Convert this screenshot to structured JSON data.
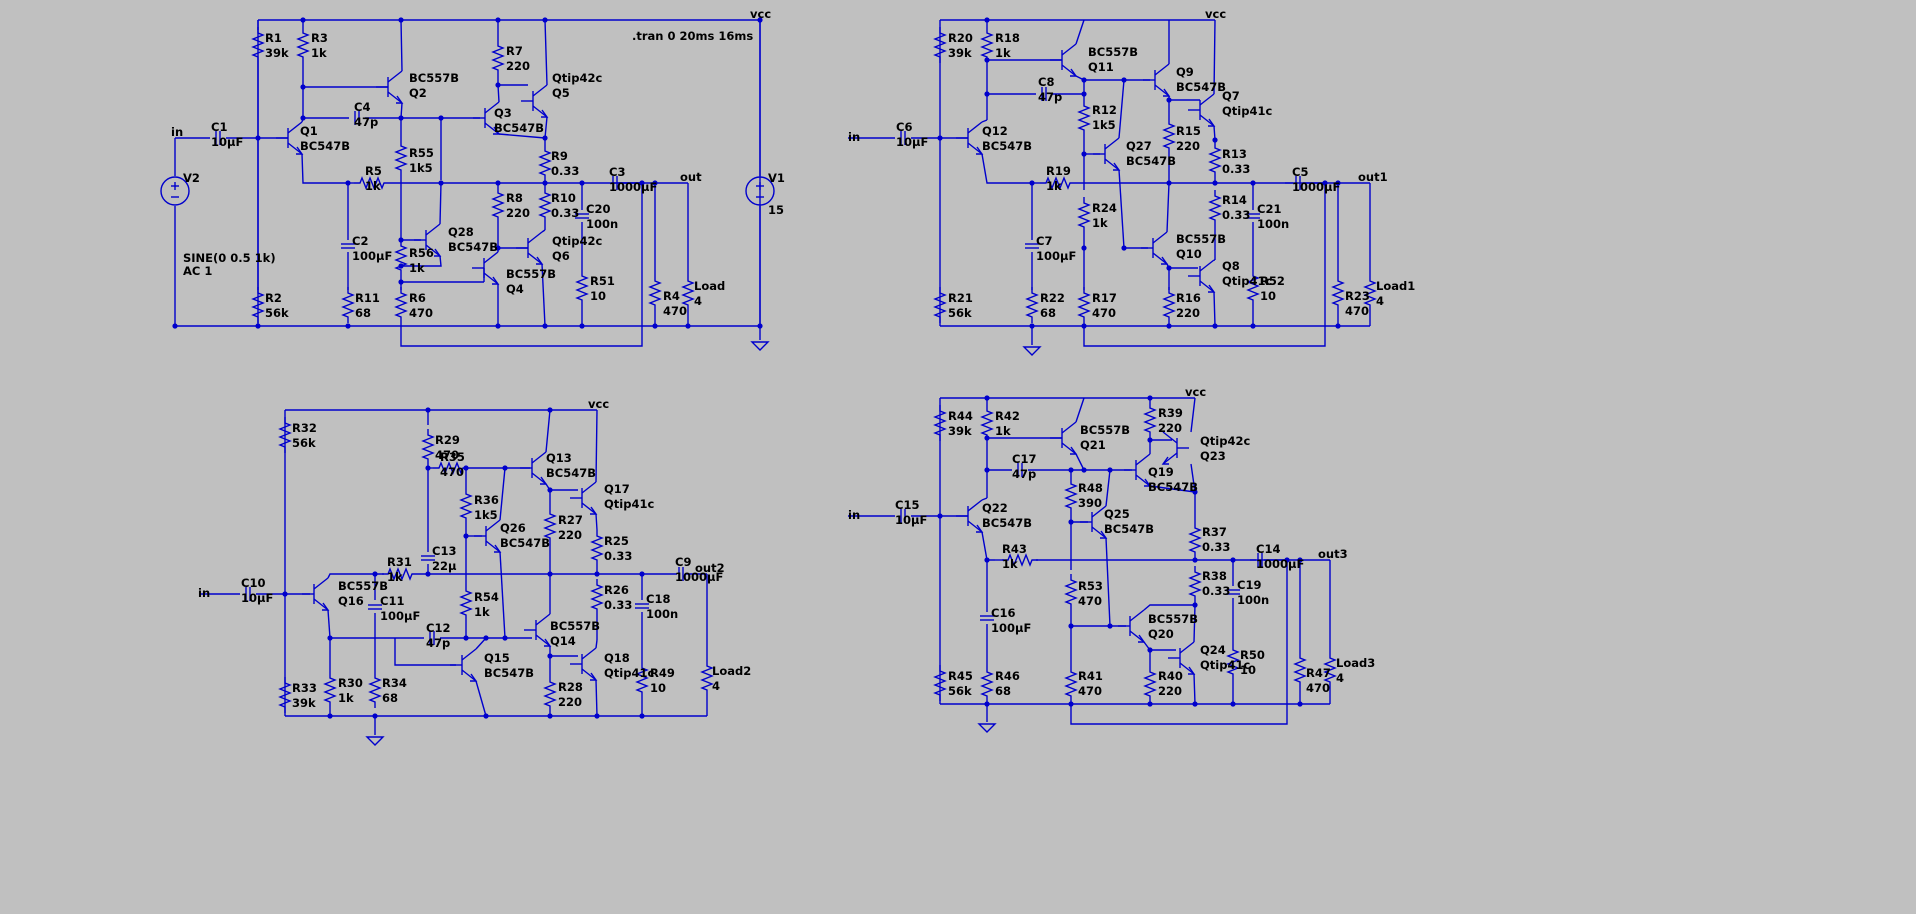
{
  "simulation": {
    "directive": ".tran 0 20ms 16ms"
  },
  "circuits": [
    {
      "nets": {
        "supply": "vcc",
        "input": "in",
        "output": "out"
      },
      "source": {
        "name": "V2",
        "value": "SINE(0 0.5 1k)",
        "ac": "AC 1"
      },
      "supply_source": {
        "name": "V1",
        "value": "15"
      },
      "resistors": [
        {
          "name": "R1",
          "value": "39k"
        },
        {
          "name": "R3",
          "value": "1k"
        },
        {
          "name": "R7",
          "value": "220"
        },
        {
          "name": "R55",
          "value": "1k5"
        },
        {
          "name": "R5",
          "value": "1k"
        },
        {
          "name": "R9",
          "value": "0.33"
        },
        {
          "name": "R8",
          "value": "220"
        },
        {
          "name": "R10",
          "value": "0.33"
        },
        {
          "name": "R56",
          "value": "1k"
        },
        {
          "name": "R2",
          "value": "56k"
        },
        {
          "name": "R11",
          "value": "68"
        },
        {
          "name": "R6",
          "value": "470"
        },
        {
          "name": "R51",
          "value": "10"
        },
        {
          "name": "R4",
          "value": "470"
        },
        {
          "name": "Load",
          "value": "4"
        }
      ],
      "capacitors": [
        {
          "name": "C1",
          "value": "10µF"
        },
        {
          "name": "C4",
          "value": "47p"
        },
        {
          "name": "C2",
          "value": "100µF"
        },
        {
          "name": "C3",
          "value": "1000µF"
        },
        {
          "name": "C20",
          "value": "100n"
        }
      ],
      "transistors": [
        {
          "name": "Q1",
          "model": "BC547B"
        },
        {
          "name": "Q2",
          "model": "BC557B"
        },
        {
          "name": "Q3",
          "model": "BC547B"
        },
        {
          "name": "Q5",
          "model": "Qtip42c"
        },
        {
          "name": "Q28",
          "model": "BC547B"
        },
        {
          "name": "Q4",
          "model": "BC557B"
        },
        {
          "name": "Q6",
          "model": "Qtip42c"
        }
      ]
    },
    {
      "nets": {
        "supply": "vcc",
        "input": "in",
        "output": "out1"
      },
      "resistors": [
        {
          "name": "R20",
          "value": "39k"
        },
        {
          "name": "R18",
          "value": "1k"
        },
        {
          "name": "R12",
          "value": "1k5"
        },
        {
          "name": "R15",
          "value": "220"
        },
        {
          "name": "R13",
          "value": "0.33"
        },
        {
          "name": "R19",
          "value": "1k"
        },
        {
          "name": "R14",
          "value": "0.33"
        },
        {
          "name": "R24",
          "value": "1k"
        },
        {
          "name": "R21",
          "value": "56k"
        },
        {
          "name": "R22",
          "value": "68"
        },
        {
          "name": "R17",
          "value": "470"
        },
        {
          "name": "R16",
          "value": "220"
        },
        {
          "name": "R52",
          "value": "10"
        },
        {
          "name": "R23",
          "value": "470"
        },
        {
          "name": "Load1",
          "value": "4"
        }
      ],
      "capacitors": [
        {
          "name": "C6",
          "value": "10µF"
        },
        {
          "name": "C8",
          "value": "47p"
        },
        {
          "name": "C7",
          "value": "100µF"
        },
        {
          "name": "C5",
          "value": "1000µF"
        },
        {
          "name": "C21",
          "value": "100n"
        }
      ],
      "transistors": [
        {
          "name": "Q11",
          "model": "BC557B"
        },
        {
          "name": "Q9",
          "model": "BC547B"
        },
        {
          "name": "Q7",
          "model": "Qtip41c"
        },
        {
          "name": "Q12",
          "model": "BC547B"
        },
        {
          "name": "Q27",
          "model": "BC547B"
        },
        {
          "name": "Q10",
          "model": "BC557B"
        },
        {
          "name": "Q8",
          "model": "Qtip41c"
        }
      ]
    },
    {
      "nets": {
        "supply": "vcc",
        "input": "in",
        "output": "out2"
      },
      "resistors": [
        {
          "name": "R32",
          "value": "56k"
        },
        {
          "name": "R29",
          "value": "470"
        },
        {
          "name": "R35",
          "value": "470"
        },
        {
          "name": "R36",
          "value": "1k5"
        },
        {
          "name": "R27",
          "value": "220"
        },
        {
          "name": "R25",
          "value": "0.33"
        },
        {
          "name": "R31",
          "value": "1k"
        },
        {
          "name": "R54",
          "value": "1k"
        },
        {
          "name": "R26",
          "value": "0.33"
        },
        {
          "name": "R33",
          "value": "39k"
        },
        {
          "name": "R30",
          "value": "1k"
        },
        {
          "name": "R34",
          "value": "68"
        },
        {
          "name": "R28",
          "value": "220"
        },
        {
          "name": "R49",
          "value": "10"
        },
        {
          "name": "Load2",
          "value": "4"
        }
      ],
      "capacitors": [
        {
          "name": "C13",
          "value": "22µ"
        },
        {
          "name": "C10",
          "value": "10µF"
        },
        {
          "name": "C11",
          "value": "100µF"
        },
        {
          "name": "C12",
          "value": "47p"
        },
        {
          "name": "C9",
          "value": "1000µF"
        },
        {
          "name": "C18",
          "value": "100n"
        }
      ],
      "transistors": [
        {
          "name": "Q13",
          "model": "BC547B"
        },
        {
          "name": "Q17",
          "model": "Qtip41c"
        },
        {
          "name": "Q26",
          "model": "BC547B"
        },
        {
          "name": "Q16",
          "model": "BC557B"
        },
        {
          "name": "Q14",
          "model": "BC557B"
        },
        {
          "name": "Q15",
          "model": "BC547B"
        },
        {
          "name": "Q18",
          "model": "Qtip41c"
        }
      ]
    },
    {
      "nets": {
        "supply": "vcc",
        "input": "in",
        "output": "out3"
      },
      "resistors": [
        {
          "name": "R44",
          "value": "39k"
        },
        {
          "name": "R42",
          "value": "1k"
        },
        {
          "name": "R39",
          "value": "220"
        },
        {
          "name": "R48",
          "value": "390"
        },
        {
          "name": "R37",
          "value": "0.33"
        },
        {
          "name": "R43",
          "value": "1k"
        },
        {
          "name": "R38",
          "value": "0.33"
        },
        {
          "name": "R53",
          "value": "470"
        },
        {
          "name": "R45",
          "value": "56k"
        },
        {
          "name": "R46",
          "value": "68"
        },
        {
          "name": "R41",
          "value": "470"
        },
        {
          "name": "R40",
          "value": "220"
        },
        {
          "name": "R50",
          "value": "10"
        },
        {
          "name": "R47",
          "value": "470"
        },
        {
          "name": "Load3",
          "value": "4"
        }
      ],
      "capacitors": [
        {
          "name": "C17",
          "value": "47p"
        },
        {
          "name": "C15",
          "value": "10µF"
        },
        {
          "name": "C14",
          "value": "1000µF"
        },
        {
          "name": "C19",
          "value": "100n"
        },
        {
          "name": "C16",
          "value": "100µF"
        }
      ],
      "transistors": [
        {
          "name": "Q21",
          "model": "BC557B"
        },
        {
          "name": "Q19",
          "model": "BC547B"
        },
        {
          "name": "Q23",
          "model": "Qtip42c"
        },
        {
          "name": "Q22",
          "model": "BC547B"
        },
        {
          "name": "Q25",
          "model": "BC547B"
        },
        {
          "name": "Q20",
          "model": "BC557B"
        },
        {
          "name": "Q24",
          "model": "Qtip41c"
        }
      ]
    }
  ]
}
